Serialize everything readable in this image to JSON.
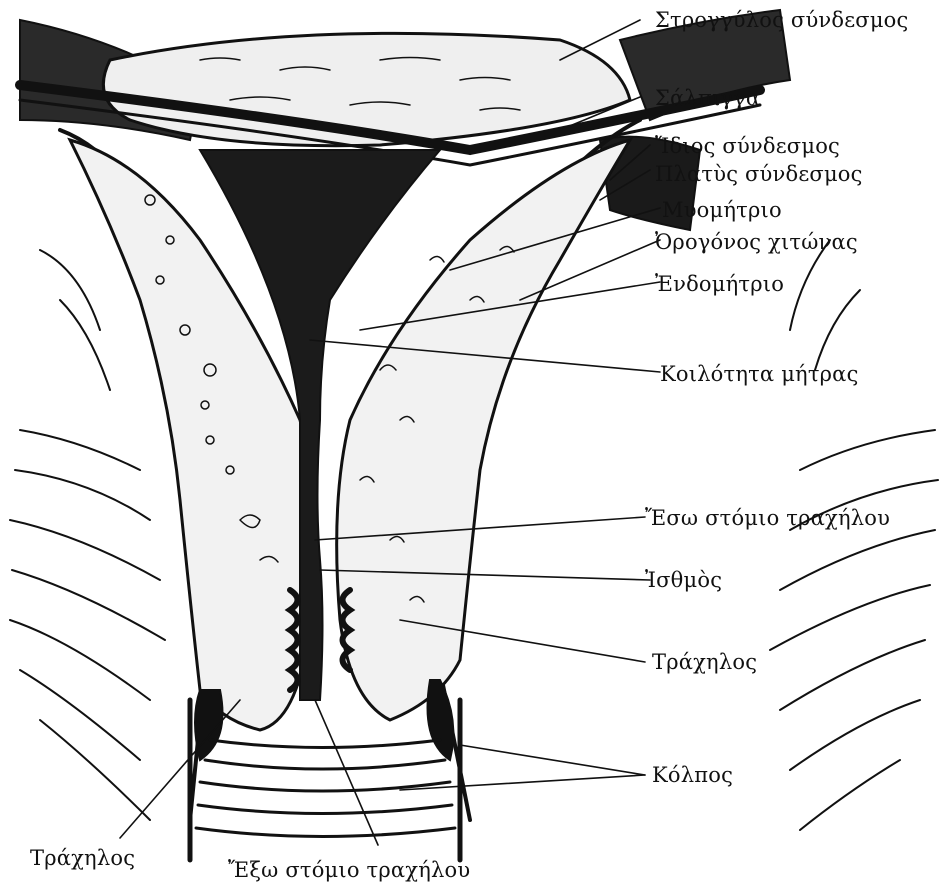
{
  "labels": {
    "strongylos": "Στρογγύλος σύνδεσμος",
    "salpigga": "Σάλπιγγα",
    "idios": "Ἴδιος σύνδεσμος",
    "platys": "Πλατὺς σύνδεσμος",
    "myometrio": "Μυομήτριο",
    "orogonos": "Ὀρογόνος χιτώνας",
    "endometrio": "Ἐνδομήτριο",
    "koilotita": "Κοιλότητα μήτρας",
    "eso_stomio": "Ἔσω στόμιο τραχήλου",
    "isthmos": "Ἰσθμὸς",
    "trachilos_right": "Τράχηλος",
    "kolpos": "Κόλπος",
    "trachilos_left": "Τράχηλος",
    "exo_stomio": "Ἔξω στόμιο τραχήλου"
  },
  "colors": {
    "ink": "#111111",
    "paper": "#ffffff"
  }
}
